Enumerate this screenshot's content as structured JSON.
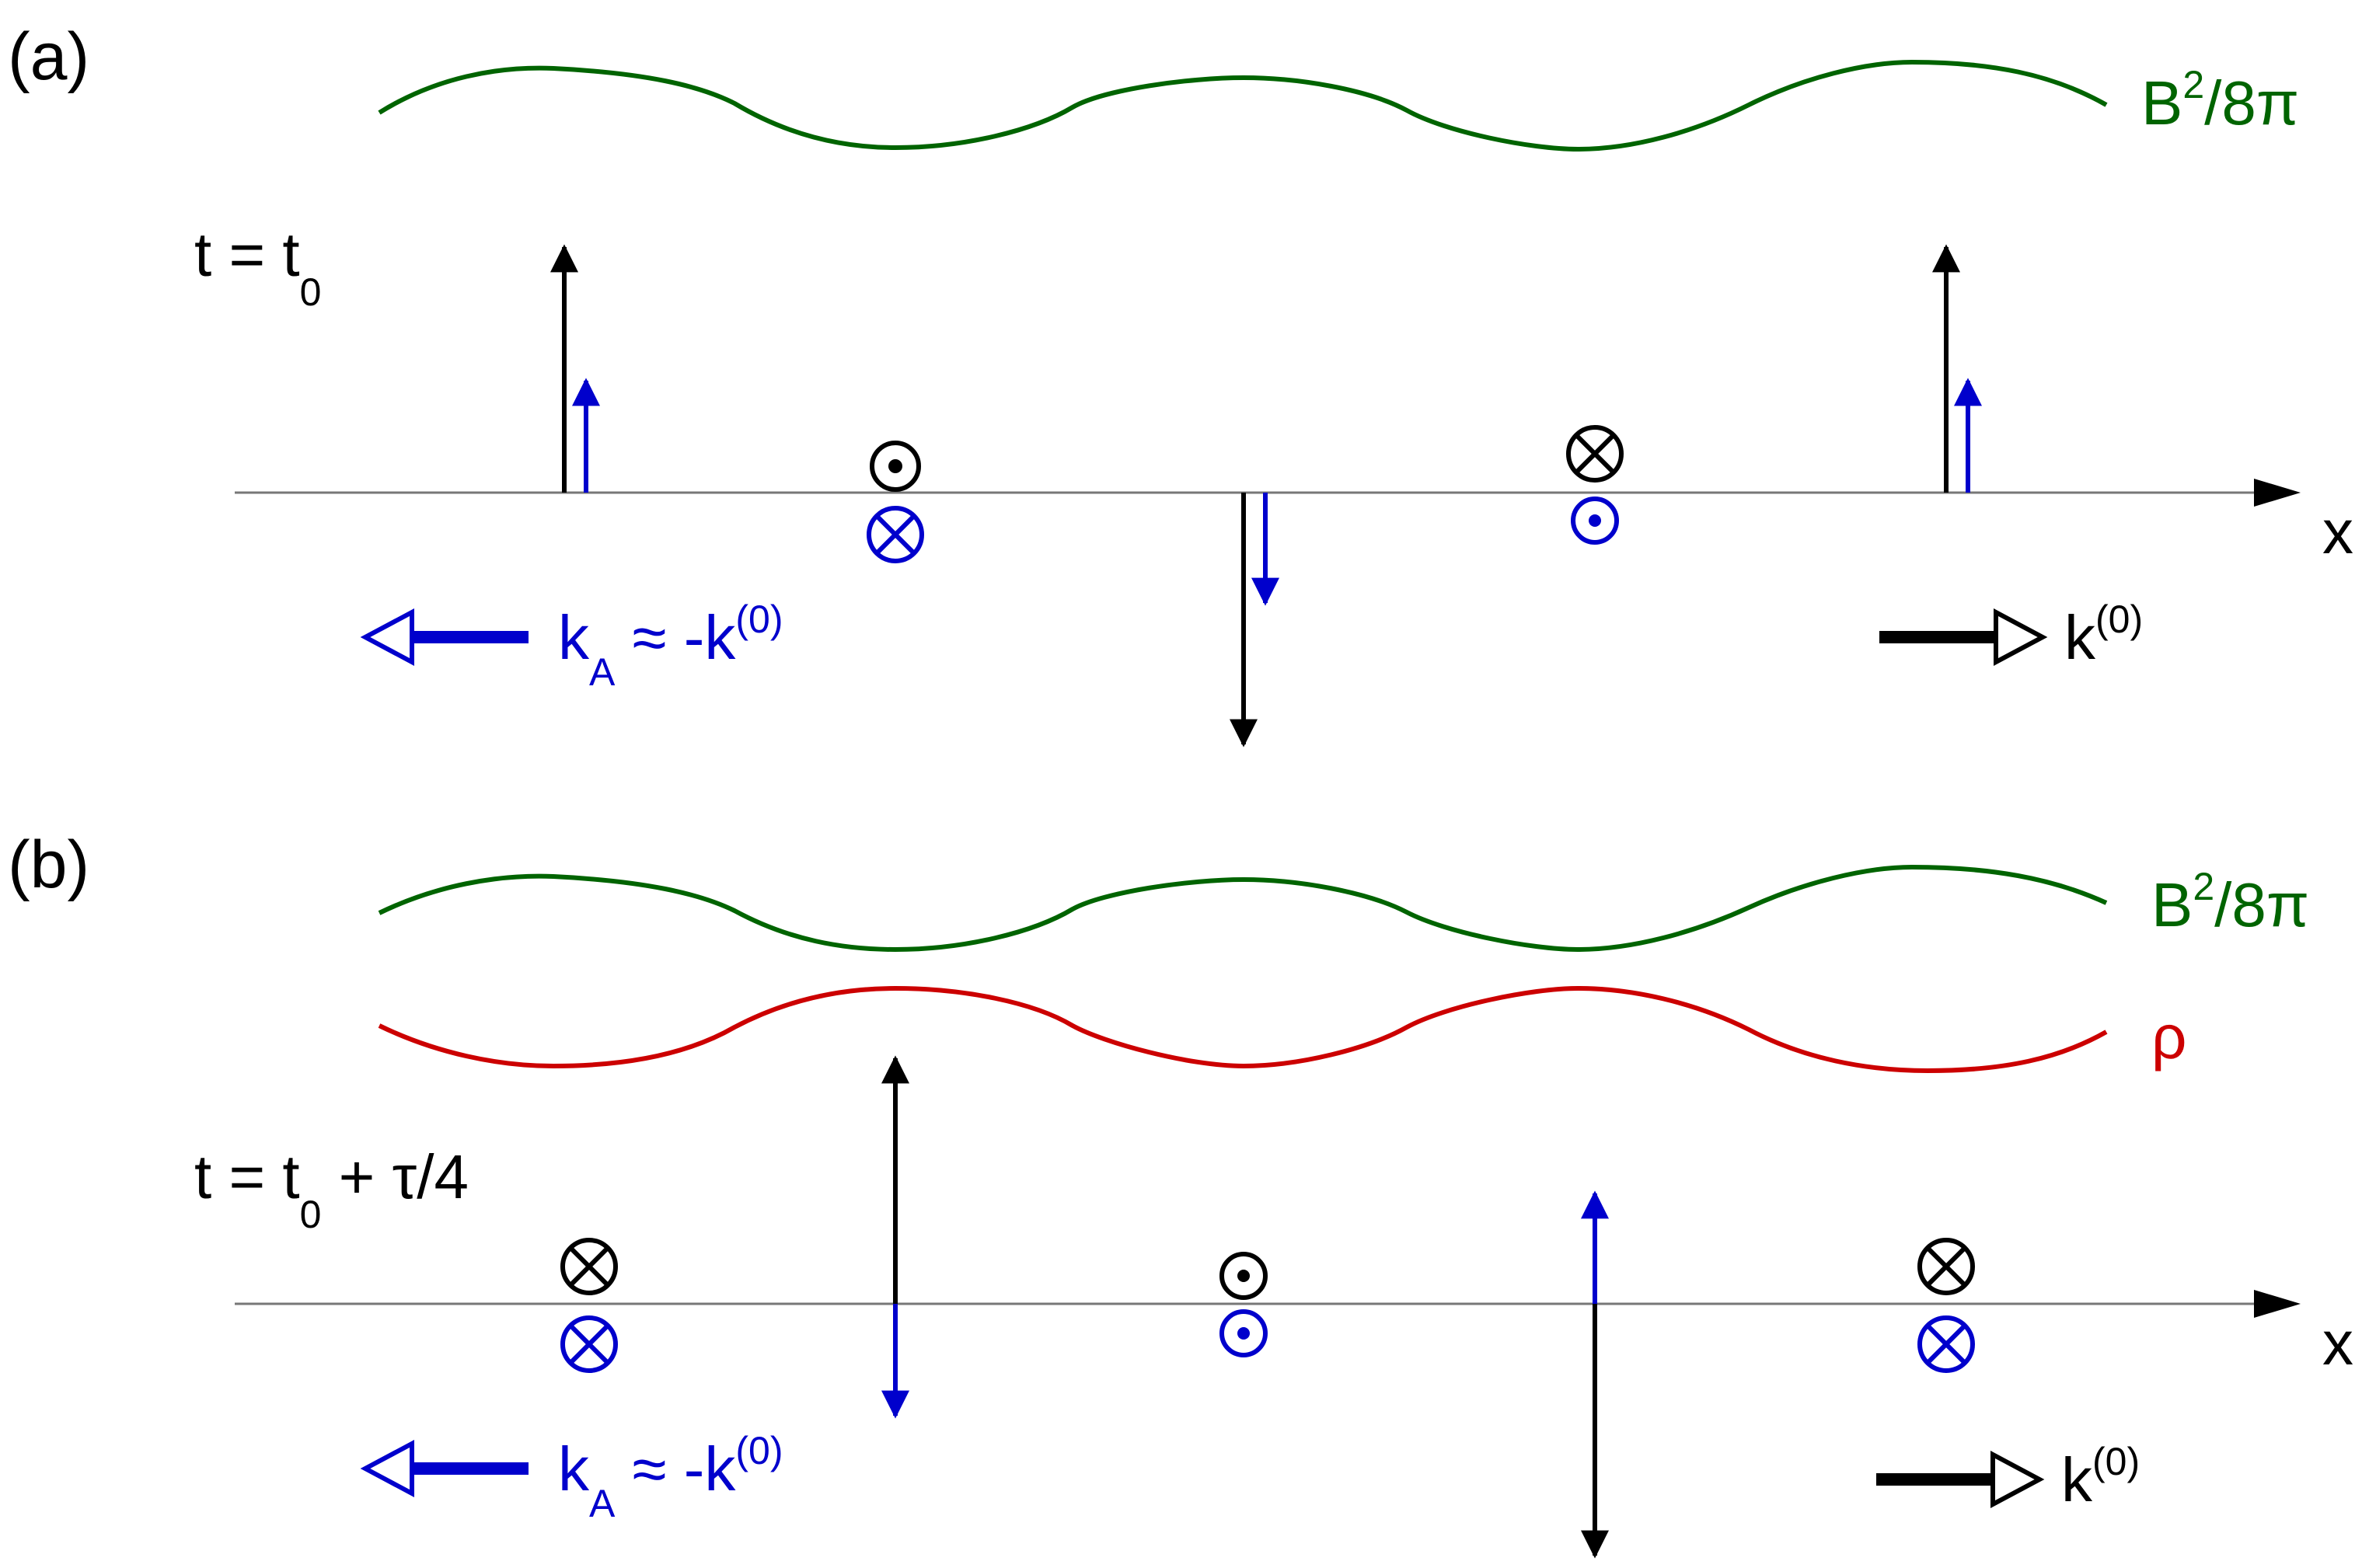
{
  "colors": {
    "black": "#000000",
    "blue": "#0000cc",
    "green": "#006400",
    "red": "#cc0000",
    "axis": "#777777"
  },
  "panels": [
    {
      "label": "(a)",
      "time": {
        "base": "t = t",
        "sub": "0",
        "rest": ""
      },
      "axis_label": "x",
      "curves": [
        {
          "id": "b2",
          "label_base": "B",
          "label_sup": "2",
          "label_rest": "/8π",
          "color": "green"
        }
      ],
      "k_left": {
        "base": "k",
        "sub": "A",
        "rest": " ≈ -k",
        "sup": "(0)"
      },
      "k_right": {
        "base": "k",
        "sup": "(0)"
      }
    },
    {
      "label": "(b)",
      "time": {
        "base": "t = t",
        "sub": "0",
        "rest": " + τ/4"
      },
      "axis_label": "x",
      "curves": [
        {
          "id": "b2",
          "label_base": "B",
          "label_sup": "2",
          "label_rest": "/8π",
          "color": "green"
        },
        {
          "id": "rho",
          "label_base": "ρ",
          "label_sup": "",
          "label_rest": "",
          "color": "red"
        }
      ],
      "k_left": {
        "base": "k",
        "sub": "A",
        "rest": " ≈ -k",
        "sup": "(0)"
      },
      "k_right": {
        "base": "k",
        "sup": "(0)"
      }
    }
  ],
  "field_symbols": {
    "out_of_page": "dot-in-circle",
    "into_page": "cross-in-circle"
  }
}
